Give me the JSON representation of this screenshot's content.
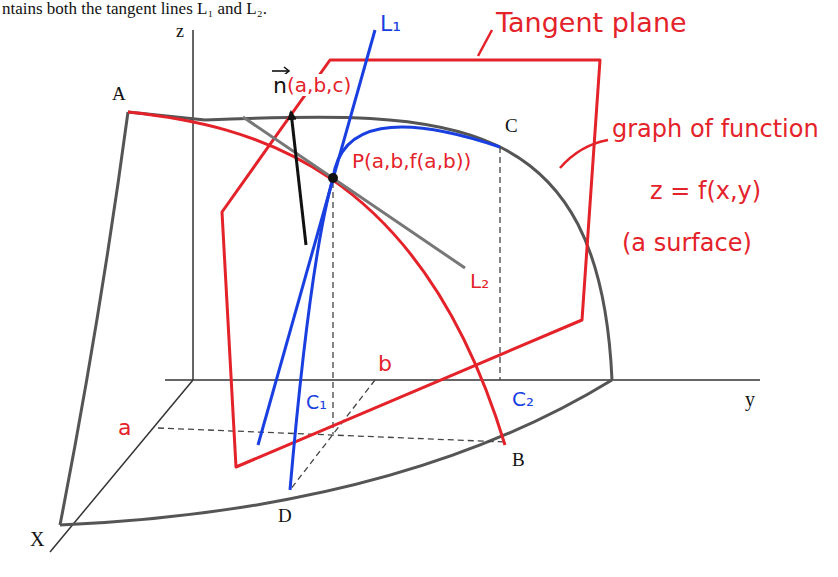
{
  "diagram": {
    "labels": [
      "ntains both the tangent lines L₁ and L₂.",
      "Tangent plane",
      "graph of function",
      "z = f(x,y)",
      "(a surface)",
      "n",
      "(a,b,c)",
      "L₁",
      "C",
      "A",
      "P(a,b,f(a,b))",
      "L₂",
      "C₂",
      "C₁",
      "b",
      "a",
      "B",
      "D",
      "z",
      "y",
      "X"
    ]
  }
}
